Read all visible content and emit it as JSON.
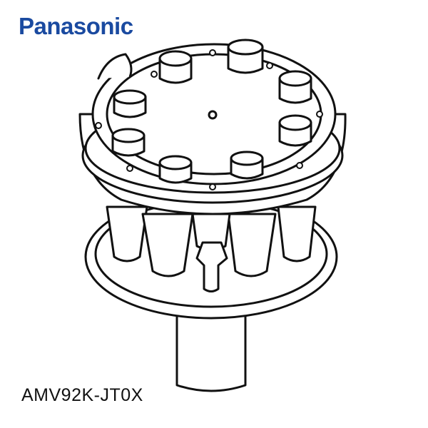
{
  "brand": {
    "name": "Panasonic",
    "color": "#1a4aa0"
  },
  "product": {
    "model_number": "AMV92K-JT0X",
    "illustration": "cyclone-filter-unit-drawing"
  }
}
